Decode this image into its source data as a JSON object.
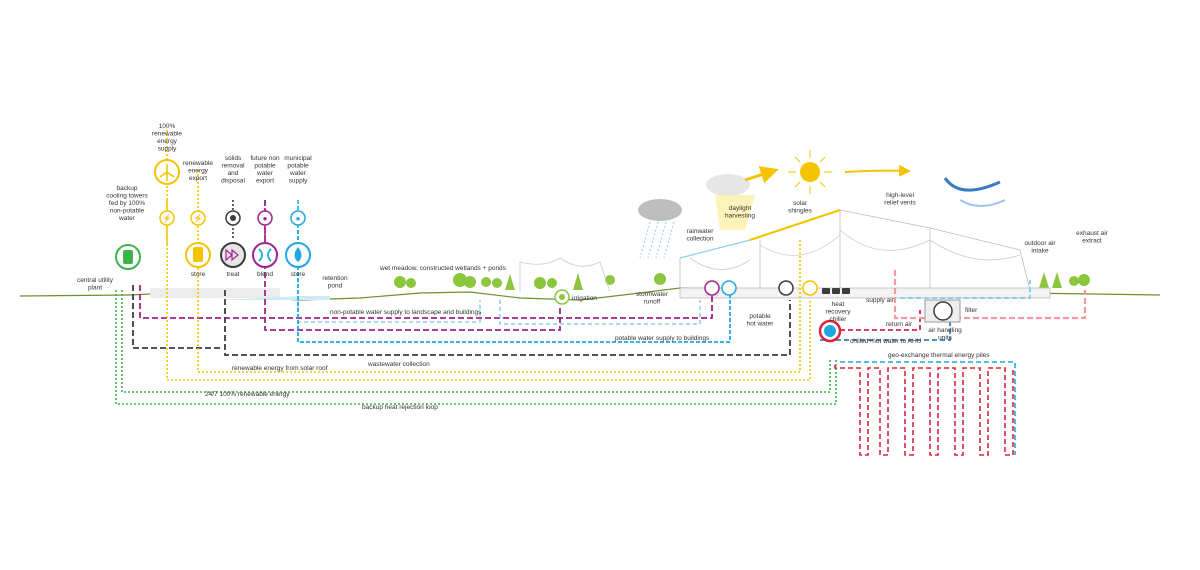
{
  "colors": {
    "yellow": "#f5c400",
    "green": "#3db34a",
    "lightgreen": "#8cc63f",
    "purple": "#a3238e",
    "blue": "#1fa8e0",
    "lightblue": "#8fcfee",
    "dark": "#3c3c3c",
    "red": "#d7263d",
    "pink": "#f29aa0",
    "ground": "#6f8f2f"
  },
  "nodes": {
    "cooling": {
      "label": "",
      "caption": "backup cooling towers fed by 100% non-potable water",
      "lines": [
        "backup",
        "cooling towers",
        "fed by 100%",
        "non-potable",
        "water"
      ]
    },
    "renewable_supply": {
      "lines": [
        "100%",
        "renewable",
        "energy",
        "supply"
      ]
    },
    "energy_store": {
      "label": "store",
      "lines": [
        "renewable",
        "energy",
        "export"
      ]
    },
    "treat": {
      "label": "treat",
      "lines": [
        "solids",
        "removal",
        "and",
        "disposal"
      ]
    },
    "blend": {
      "label": "blend",
      "lines": [
        "future non",
        "potable",
        "water",
        "export"
      ]
    },
    "water_store": {
      "label": "store",
      "lines": [
        "municipal",
        "potable",
        "water",
        "supply"
      ]
    }
  },
  "labels": {
    "central_utility": [
      "central utility",
      "plant"
    ],
    "retention_pond": [
      "retention",
      "pond"
    ],
    "wet_meadow": "wet meadow, constructed wetlands + ponds",
    "irrigation": "irrigation",
    "stormwater": [
      "stormwater",
      "runoff"
    ],
    "rainwater": [
      "rainwater",
      "collection"
    ],
    "daylight": [
      "daylight",
      "harvesting"
    ],
    "solar_shingles": [
      "solar",
      "shingles"
    ],
    "relief_vents": [
      "high-level",
      "relief vents"
    ],
    "outdoor_air": [
      "outdoor air",
      "intake"
    ],
    "exhaust_air": [
      "exhaust air",
      "extract"
    ],
    "potable_hot": [
      "potable",
      "hot water"
    ],
    "heat_recovery": [
      "heat",
      "recovery",
      "chiller"
    ],
    "supply_air": "supply air",
    "return_air": "return air",
    "filter": "filter",
    "ahu": [
      "air handling",
      "units"
    ],
    "chilled_hot": "chilled+hot water to AHU",
    "geo": "geo-exchange thermal energy piles",
    "nonpotable_supply": "non-potable water supply to landscape and buildings",
    "potable_supply": "potable water supply to buildings",
    "wastewater": "wastewater collection",
    "solar_roof": "renewable energy from solar roof",
    "renewable_247": "24/7 100% renewable energy",
    "backup_loop": "backup heat rejection loop"
  }
}
